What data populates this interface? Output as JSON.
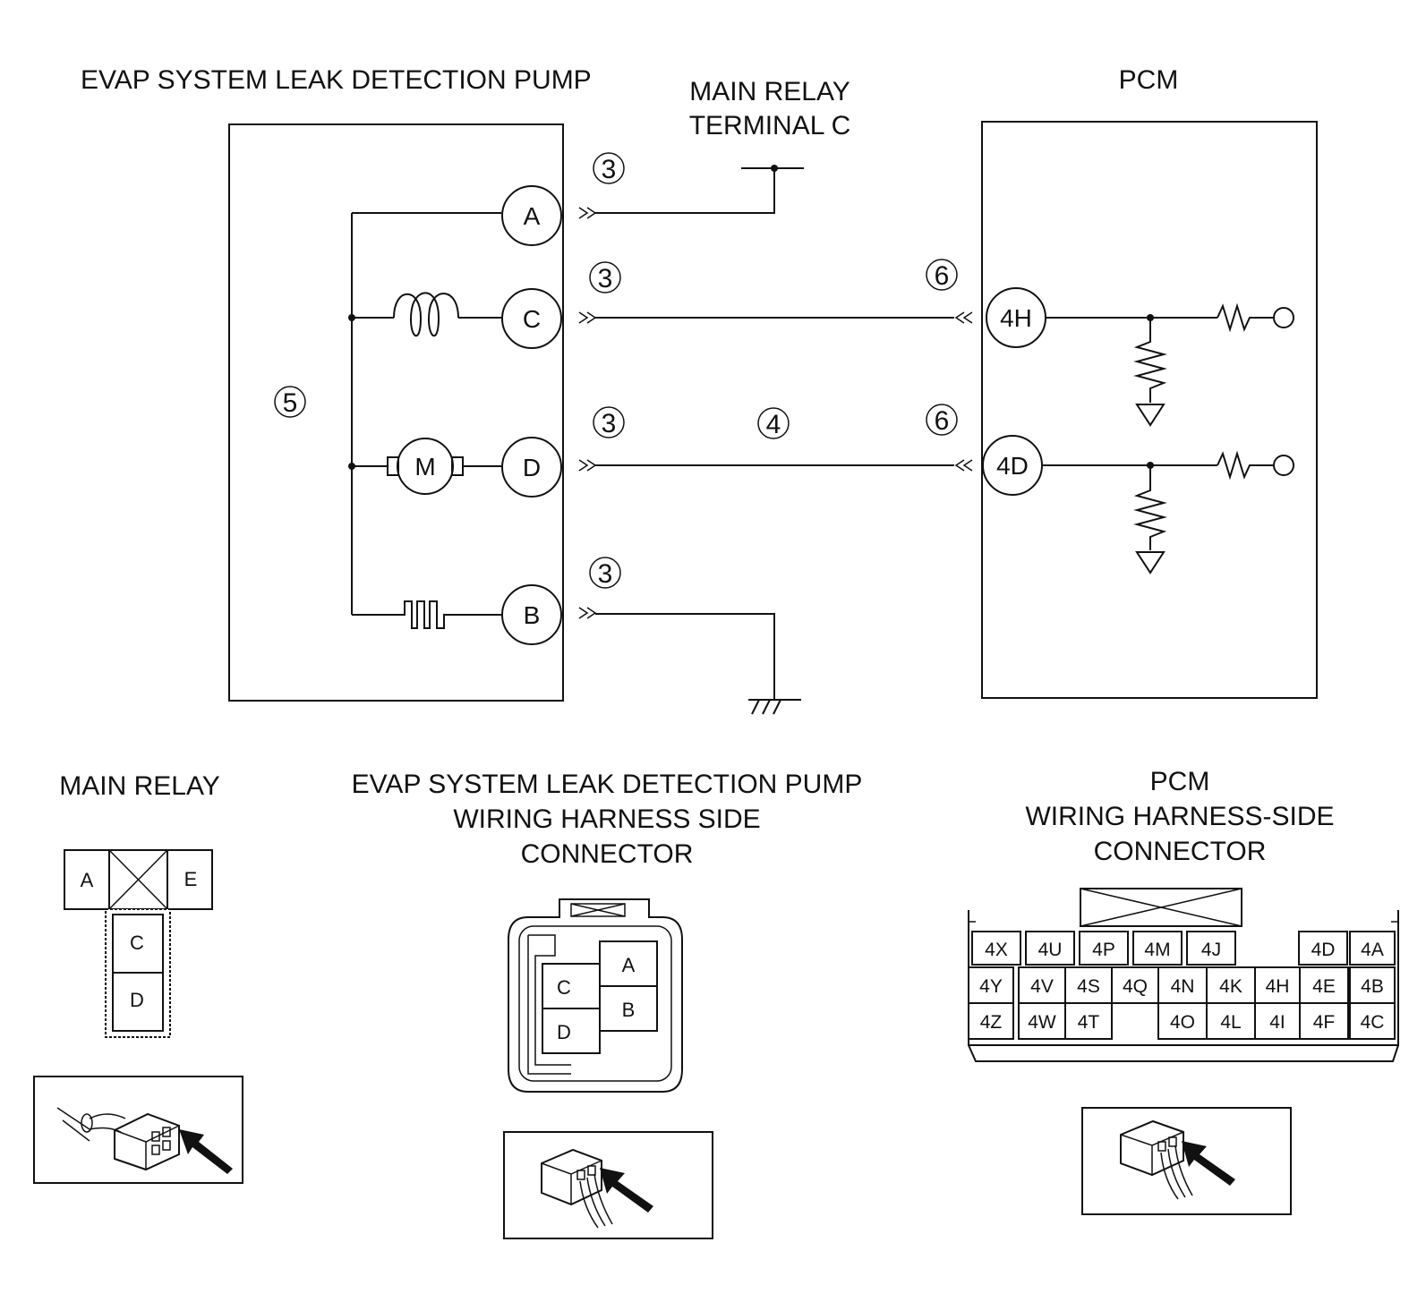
{
  "schematic": {
    "pump_title": "EVAP SYSTEM LEAK DETECTION PUMP",
    "relay_title_line1": "MAIN RELAY",
    "relay_title_line2": "TERMINAL C",
    "pcm_title": "PCM",
    "pump_terminals": [
      "A",
      "C",
      "D",
      "B"
    ],
    "pcm_terminals": [
      "4H",
      "4D"
    ],
    "motor_label": "M",
    "callouts": {
      "wire_a": "3",
      "wire_c": "3",
      "wire_d": "3",
      "wire_b": "3",
      "pump_body": "5",
      "wire_d_mid": "4",
      "pcm_4h": "6",
      "pcm_4d": "6"
    }
  },
  "connectors": {
    "main_relay": {
      "title": "MAIN RELAY",
      "terminals": [
        "A",
        "E",
        "C",
        "D"
      ]
    },
    "pump": {
      "title_line1": "EVAP SYSTEM LEAK DETECTION PUMP",
      "title_line2": "WIRING HARNESS SIDE",
      "title_line3": "CONNECTOR",
      "terminals": [
        "A",
        "B",
        "C",
        "D"
      ]
    },
    "pcm": {
      "title_line1": "PCM",
      "title_line2": "WIRING HARNESS-SIDE",
      "title_line3": "CONNECTOR",
      "row1": [
        "4X",
        "4U",
        "4P",
        "4M",
        "4J",
        "4D",
        "4A"
      ],
      "row2": [
        "4Y",
        "4V",
        "4S",
        "4Q",
        "4N",
        "4K",
        "4H",
        "4E",
        "4B"
      ],
      "row3": [
        "4Z",
        "4W",
        "4T",
        "4O",
        "4L",
        "4I",
        "4F",
        "4C"
      ]
    }
  }
}
